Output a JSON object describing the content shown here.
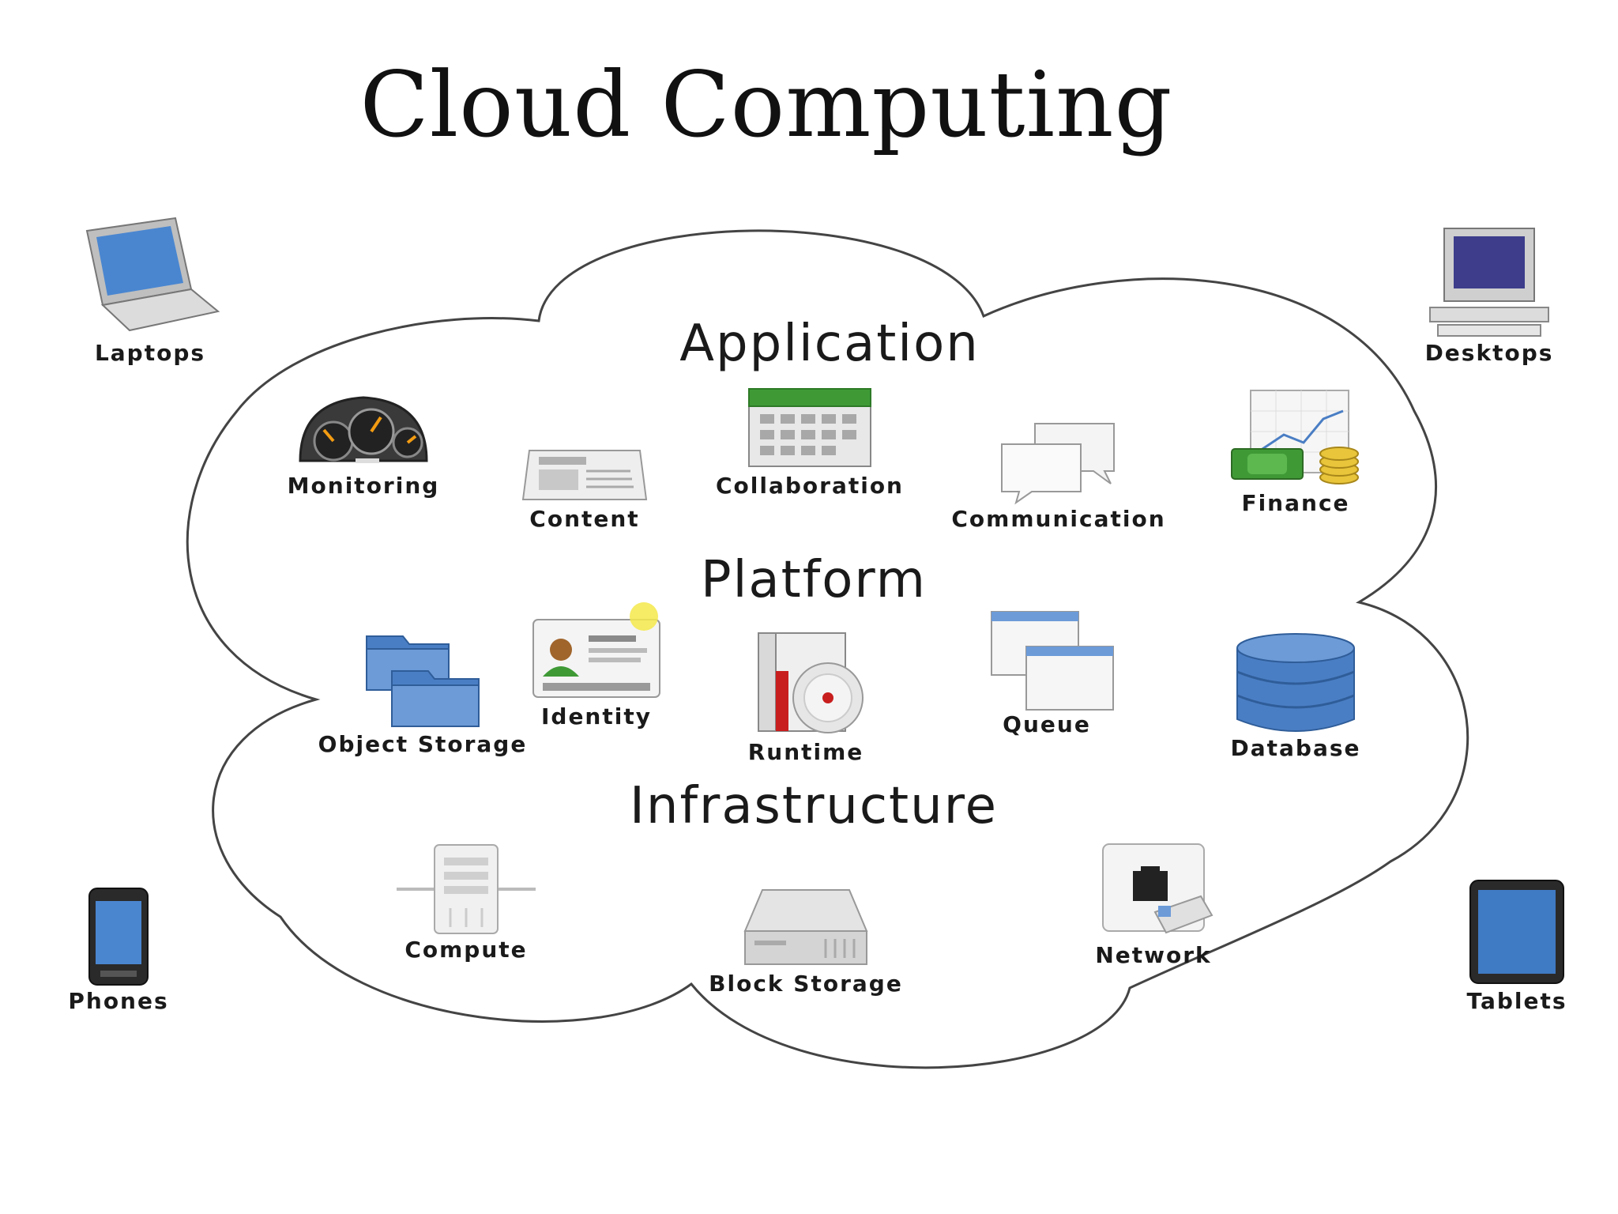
{
  "title": "Cloud Computing",
  "layers": {
    "application": "Application",
    "platform": "Platform",
    "infrastructure": "Infrastructure"
  },
  "services": {
    "monitoring": "Monitoring",
    "content": "Content",
    "collaboration": "Collaboration",
    "communication": "Communication",
    "finance": "Finance",
    "object_storage": "Object Storage",
    "identity": "Identity",
    "runtime": "Runtime",
    "queue": "Queue",
    "database": "Database",
    "compute": "Compute",
    "block_storage": "Block Storage",
    "network": "Network"
  },
  "devices": {
    "laptops": "Laptops",
    "desktops": "Desktops",
    "phones": "Phones",
    "tablets": "Tablets"
  },
  "icons": {
    "monitoring": "dashboard-gauge-icon",
    "content": "newspaper-icon",
    "collaboration": "calendar-icon",
    "communication": "speech-bubbles-icon",
    "finance": "money-chart-icon",
    "object_storage": "folders-icon",
    "identity": "id-card-icon",
    "runtime": "disc-package-icon",
    "queue": "windows-stack-icon",
    "database": "database-cylinder-icon",
    "compute": "server-tower-icon",
    "block_storage": "hard-drive-icon",
    "network": "ethernet-port-icon",
    "laptops": "laptop-icon",
    "desktops": "desktop-icon",
    "phones": "phone-icon",
    "tablets": "tablet-icon"
  },
  "colors": {
    "cloud_outline": "#444444",
    "icon_blue": "#4a7ec4",
    "icon_green": "#3f9a36",
    "disc_red": "#c81e1e"
  }
}
